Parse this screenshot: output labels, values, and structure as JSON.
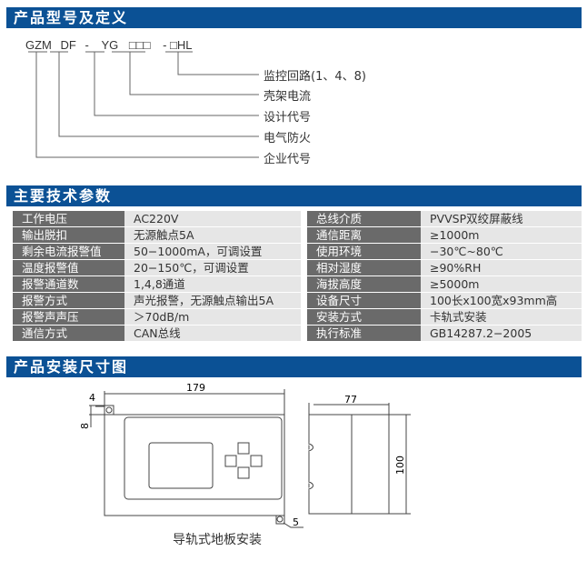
{
  "section1": {
    "title": "产品型号及定义",
    "model": {
      "gzm": "GZM",
      "df": "DF",
      "dash1": "-",
      "yg": "YG",
      "boxes": "□□□",
      "dash2": "-",
      "hl": "□HL"
    },
    "labels": [
      "监控回路(1、4、8)",
      "壳架电流",
      "设计代号",
      "电气防火",
      "企业代号"
    ]
  },
  "section2": {
    "title": "主要技术参数",
    "left": [
      [
        "工作电压",
        "AC220V"
      ],
      [
        "输出脱扣",
        "无源触点5A"
      ],
      [
        "剩余电流报警值",
        "50−1000mA，可调设置"
      ],
      [
        "温度报警值",
        "20−150℃，可调设置"
      ],
      [
        "报警通道数",
        "1,4,8通道"
      ],
      [
        "报警方式",
        "声光报警，无源触点输出5A"
      ],
      [
        "报警声声压",
        "＞70dB/m"
      ],
      [
        "通信方式",
        "CAN总线"
      ]
    ],
    "right": [
      [
        "总线介质",
        "PVVSP双绞屏蔽线"
      ],
      [
        "通信距离",
        "≥1000m"
      ],
      [
        "使用环境",
        "−30℃~80℃"
      ],
      [
        "相对湿度",
        "≥90%RH"
      ],
      [
        "海拔高度",
        "≥5000m"
      ],
      [
        "设备尺寸",
        "100长x100宽x93mm高"
      ],
      [
        "安装方式",
        "卡轨式安装"
      ],
      [
        "执行标准",
        "GB14287.2−2005"
      ]
    ]
  },
  "section3": {
    "title": "产品安装尺寸图",
    "dims": {
      "width": "179",
      "left": "4",
      "top": "8",
      "hole": "5",
      "depth": "77",
      "height": "100"
    },
    "caption": "导轨式地板安装"
  }
}
